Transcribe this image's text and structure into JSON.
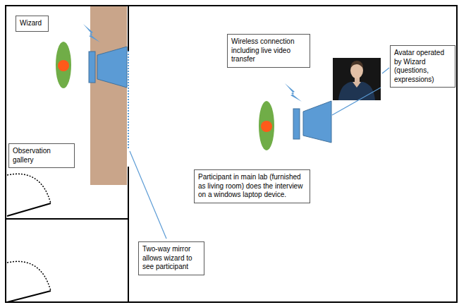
{
  "diagram": {
    "nodes": [
      {
        "text": [
          "Wizard"
        ]
      },
      {
        "text": [
          "Wireless connection including live video transfer"
        ]
      },
      {
        "text": [
          "Avatar operated by Wizard (questions, expressions)"
        ]
      },
      {
        "text": [
          "Observation gallery"
        ]
      },
      {
        "text": [
          "Participant in main lab (furnished as living room) does the interview on a windows laptop device."
        ]
      },
      {
        "text": [
          "Two-way mirror allows wizard to see participant"
        ]
      }
    ]
  }
}
